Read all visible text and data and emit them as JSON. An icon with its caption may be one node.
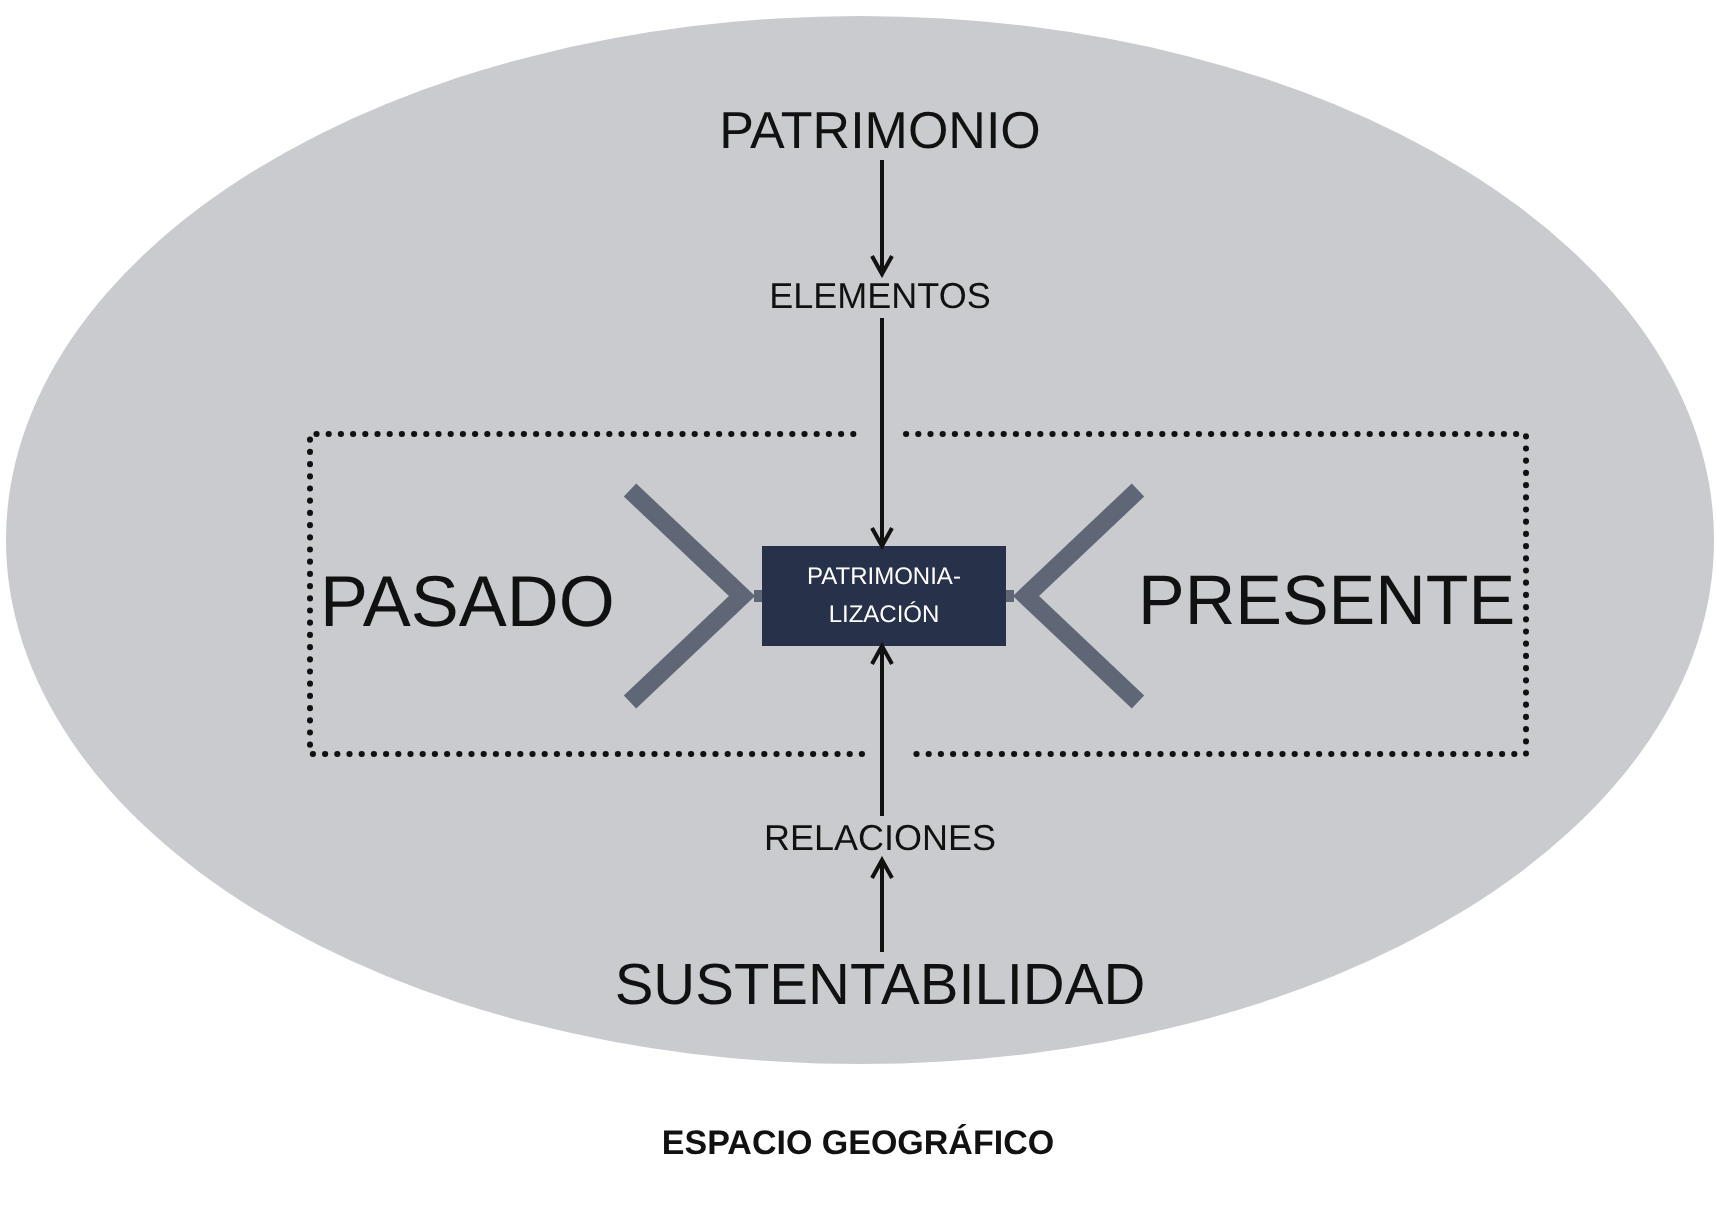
{
  "diagram": {
    "nodes": [
      {
        "text": [
          "ESPACIO GEOGRÁFICO"
        ]
      },
      {
        "text": [
          "PATRIMONIO"
        ],
        "in": 0
      },
      {
        "text": [
          "ELEMENTOS"
        ],
        "in": 0
      },
      {
        "text": [],
        "shape": "box",
        "in": 0
      },
      {
        "text": [
          "PASADO"
        ],
        "in": 3
      },
      {
        "text": [
          "PATRIMONIA- LIZACIÓN"
        ],
        "in": 3
      },
      {
        "text": [
          "PRESENTE"
        ],
        "in": 3
      },
      {
        "text": [
          "RELACIONES"
        ],
        "in": 0
      },
      {
        "text": [
          "SUSTENTABILIDAD"
        ],
        "in": 0
      }
    ],
    "edges": [
      {
        "from": 1,
        "to": 2,
        "arrow": "to"
      },
      {
        "from": 2,
        "to": 5,
        "arrow": "to"
      },
      {
        "from": null,
        "to": 5,
        "arrow": "to",
        "style": "thick",
        "color": "#5f6675"
      },
      {
        "from": null,
        "to": 5,
        "arrow": "to",
        "style": "thick",
        "color": "#5f6675"
      },
      {
        "from": 7,
        "to": 5,
        "arrow": "to"
      },
      {
        "from": 8,
        "to": 7,
        "arrow": "to"
      }
    ]
  }
}
